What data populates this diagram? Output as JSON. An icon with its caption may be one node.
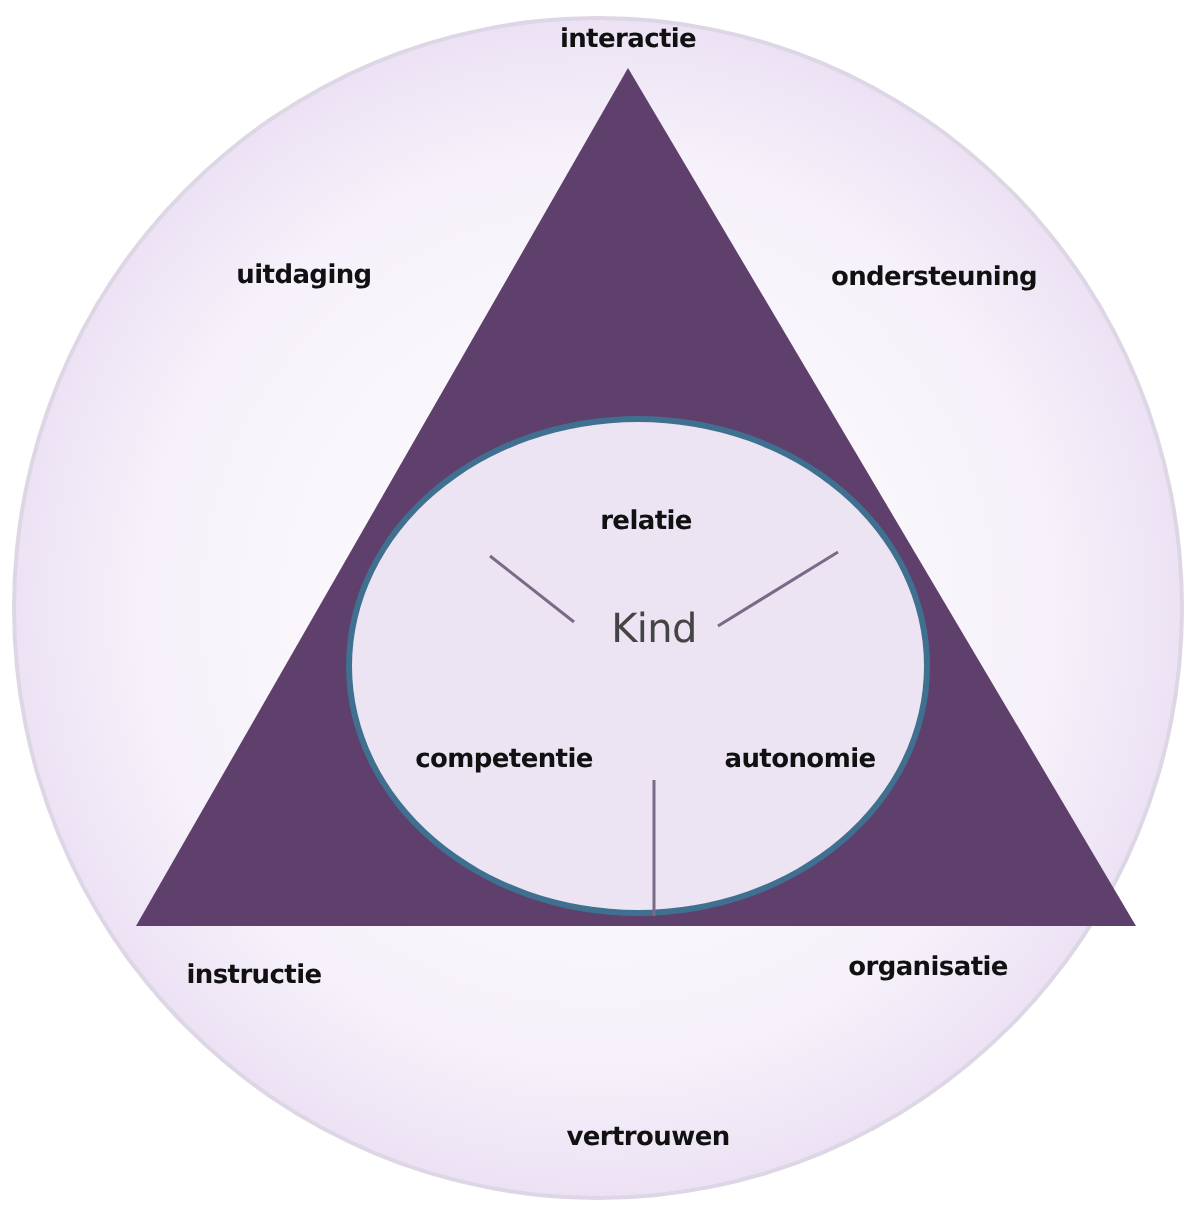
{
  "diagram": {
    "nodes": [
      {
        "text": [
          "uitdaging",
          "ondersteuning",
          "instructie",
          "organisatie",
          "vertrouwen"
        ]
      },
      {
        "text": [
          "interactie"
        ],
        "in": 0
      },
      {
        "text": [
          "relatie",
          "Kind",
          "competentie",
          "autonomie"
        ],
        "in": 1
      }
    ],
    "edges": []
  }
}
